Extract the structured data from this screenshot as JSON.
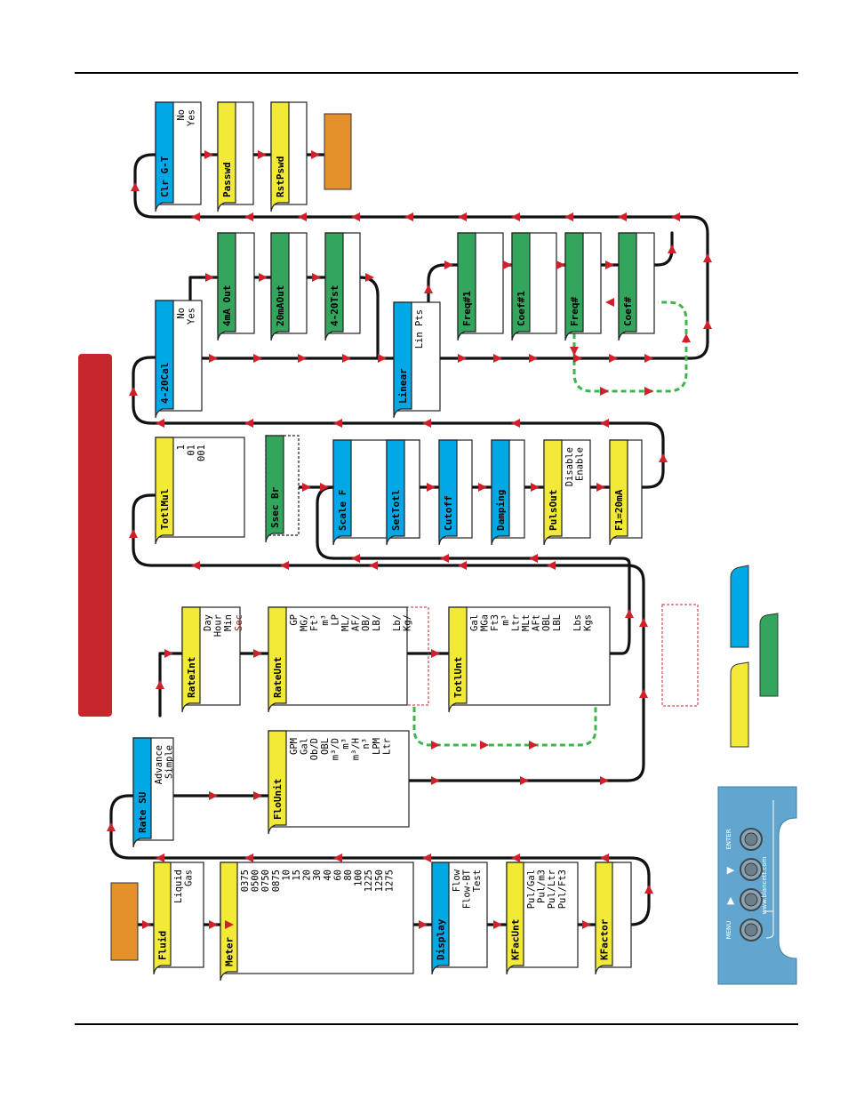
{
  "colors": {
    "blue": "#00a9e6",
    "green": "#33a55c",
    "yellow": "#f2ea37",
    "orange": "#e4912c",
    "red": "#c7262d",
    "arrow": "#d0202a",
    "keypad": "#62a6cf",
    "path": "#111111",
    "dashed": "#3db549"
  },
  "menus": [
    {
      "id": "fluid",
      "title": "Fluid",
      "color": "yellow",
      "options": [
        "Liquid",
        "Gas"
      ]
    },
    {
      "id": "meter",
      "title": "Meter",
      "color": "yellow",
      "options": [
        "0375",
        "0500",
        "0750",
        "0875",
        "10",
        "15",
        "20",
        "30",
        "40",
        "60",
        "80",
        "100",
        "1225",
        "1250",
        "1275"
      ]
    },
    {
      "id": "display",
      "title": "Display",
      "color": "blue",
      "options": [
        "Flow",
        "Flow-BT",
        "Test"
      ]
    },
    {
      "id": "kfacunt",
      "title": "KFacUnt",
      "color": "yellow",
      "options": [
        "Pul/Gal",
        "Pul/m3",
        "Pul/Ltr",
        "Pul/Ft3"
      ]
    },
    {
      "id": "kfactor",
      "title": "KFactor",
      "color": "yellow",
      "options": []
    },
    {
      "id": "ratesu",
      "title": "Rate SU",
      "color": "blue",
      "options": [
        "Advance",
        "Simple"
      ]
    },
    {
      "id": "flounit",
      "title": "FloUnit",
      "color": "yellow",
      "options": [
        "GPM",
        "Gal",
        "Ob/D",
        "OBL",
        "m³/D",
        "m³",
        "m³/H",
        "n³",
        "LPM",
        "Ltr"
      ]
    },
    {
      "id": "rateint",
      "title": "RateInt",
      "color": "yellow",
      "options": [
        "Day",
        "Hour",
        "Min",
        "Sec"
      ]
    },
    {
      "id": "rateunt",
      "title": "RateUnt",
      "color": "yellow",
      "options": [
        "GP",
        "MG/",
        "Ft³",
        "m³",
        "LP",
        "ML/",
        "AF/",
        "OB/",
        "LB/",
        "",
        "Lb/",
        "Kg/"
      ]
    },
    {
      "id": "totlunt",
      "title": "TotlUnt",
      "color": "yellow",
      "options": [
        "Gal",
        "MGa",
        "Ft3",
        "m³",
        "Ltr",
        "MLt",
        "AFt",
        "OBL",
        "LBL",
        "",
        "Lbs",
        "Kgs"
      ]
    },
    {
      "id": "totlmul",
      "title": "TotlMul",
      "color": "yellow",
      "options": [
        "1",
        "01",
        "001"
      ]
    },
    {
      "id": "ssec",
      "title": "Ssec Br",
      "color": "green",
      "options": []
    },
    {
      "id": "scalef",
      "title": "Scale F",
      "color": "blue",
      "options": []
    },
    {
      "id": "settotl",
      "title": "SetTotl",
      "color": "blue",
      "options": []
    },
    {
      "id": "cutoff",
      "title": "Cutoff",
      "color": "blue",
      "options": []
    },
    {
      "id": "damping",
      "title": "Damping",
      "color": "blue",
      "options": []
    },
    {
      "id": "pulsout",
      "title": "PulsOut",
      "color": "yellow",
      "options": [
        "Disable",
        "Enable"
      ]
    },
    {
      "id": "f120ma",
      "title": "F1=20mA",
      "color": "yellow",
      "options": []
    },
    {
      "id": "cal420",
      "title": "4-20Cal",
      "color": "blue",
      "options": [
        "No",
        "Yes"
      ]
    },
    {
      "id": "out4ma",
      "title": "4mA Out",
      "color": "green",
      "options": []
    },
    {
      "id": "out20ma",
      "title": "20mAOut",
      "color": "green",
      "options": []
    },
    {
      "id": "tst420",
      "title": "4-20Tst",
      "color": "green",
      "options": []
    },
    {
      "id": "linear",
      "title": "Linear",
      "color": "blue",
      "options": [
        "Lin Pts"
      ]
    },
    {
      "id": "freq1",
      "title": "Freq#1",
      "color": "green",
      "options": []
    },
    {
      "id": "coef1",
      "title": "Coef#1",
      "color": "green",
      "options": []
    },
    {
      "id": "freqn",
      "title": "Freq#",
      "color": "green",
      "options": []
    },
    {
      "id": "coefn",
      "title": "Coef#",
      "color": "green",
      "options": []
    },
    {
      "id": "clrgt",
      "title": "Clr G-T",
      "color": "blue",
      "options": [
        "No",
        "Yes"
      ]
    },
    {
      "id": "passwd",
      "title": "Passwd",
      "color": "yellow",
      "options": []
    },
    {
      "id": "rstpswd",
      "title": "RstPswd",
      "color": "yellow",
      "options": []
    }
  ],
  "keypad": {
    "buttons": [
      "MENU",
      "▲",
      "▶",
      "ENTER"
    ],
    "url": "www.blancett.com"
  }
}
